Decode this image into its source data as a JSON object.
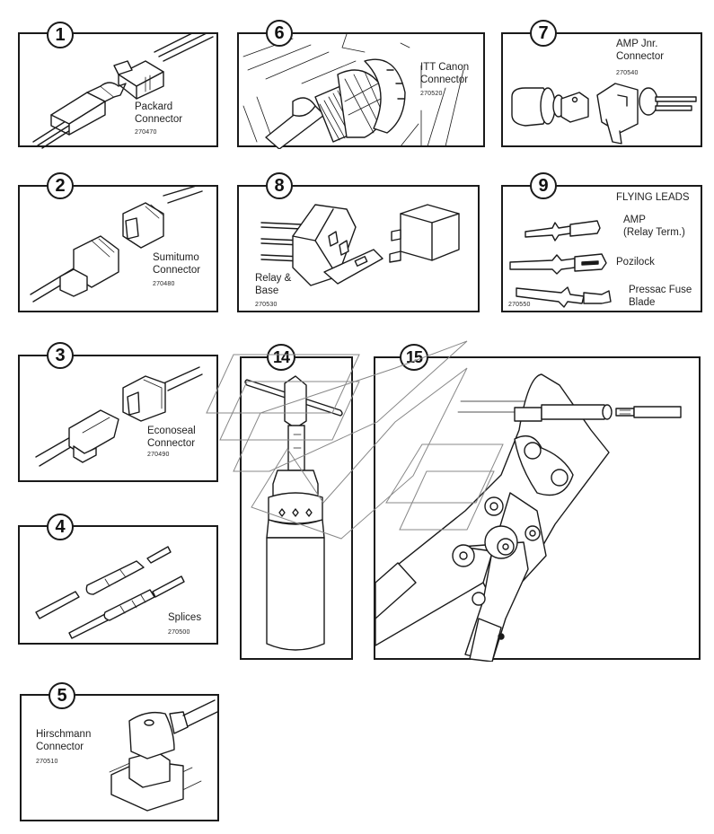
{
  "title": "Connector and Tool Reference Sheet",
  "panels": [
    {
      "number": "1",
      "name": "Packard Connector",
      "label": [
        "Packard",
        "Connector"
      ],
      "part_no": "270470"
    },
    {
      "number": "2",
      "name": "Sumitumo Connector",
      "label": [
        "Sumitumo",
        "Connector"
      ],
      "part_no": "270480"
    },
    {
      "number": "3",
      "name": "Econoseal Connector",
      "label": [
        "Econoseal",
        "Connector"
      ],
      "part_no": "270490"
    },
    {
      "number": "4",
      "name": "Splices",
      "label": [
        "Splices"
      ],
      "part_no": "270500"
    },
    {
      "number": "5",
      "name": "Hirschmann Connector",
      "label": [
        "Hirschmann",
        "Connector"
      ],
      "part_no": "270510"
    },
    {
      "number": "6",
      "name": "ITT Canon Connector",
      "label": [
        "ITT Canon",
        "Connector"
      ],
      "part_no": "270520"
    },
    {
      "number": "7",
      "name": "AMP Jnr. Connector",
      "label": [
        "AMP Jnr.",
        "Connector"
      ],
      "part_no": "270540"
    },
    {
      "number": "8",
      "name": "Relay & Base",
      "label": [
        "Relay &",
        "Base"
      ],
      "part_no": "270530"
    },
    {
      "number": "9",
      "name": "Flying Leads",
      "heading": "FLYING LEADS",
      "items": [
        {
          "label": [
            "AMP",
            "(Relay Term.)"
          ]
        },
        {
          "label": [
            "Pozilock"
          ]
        },
        {
          "label": [
            "Pressac Fuse",
            "Blade"
          ]
        }
      ],
      "part_no": "270550"
    },
    {
      "number": "14",
      "name": "Crimp tool handle"
    },
    {
      "number": "15",
      "name": "Crimping pliers"
    }
  ]
}
